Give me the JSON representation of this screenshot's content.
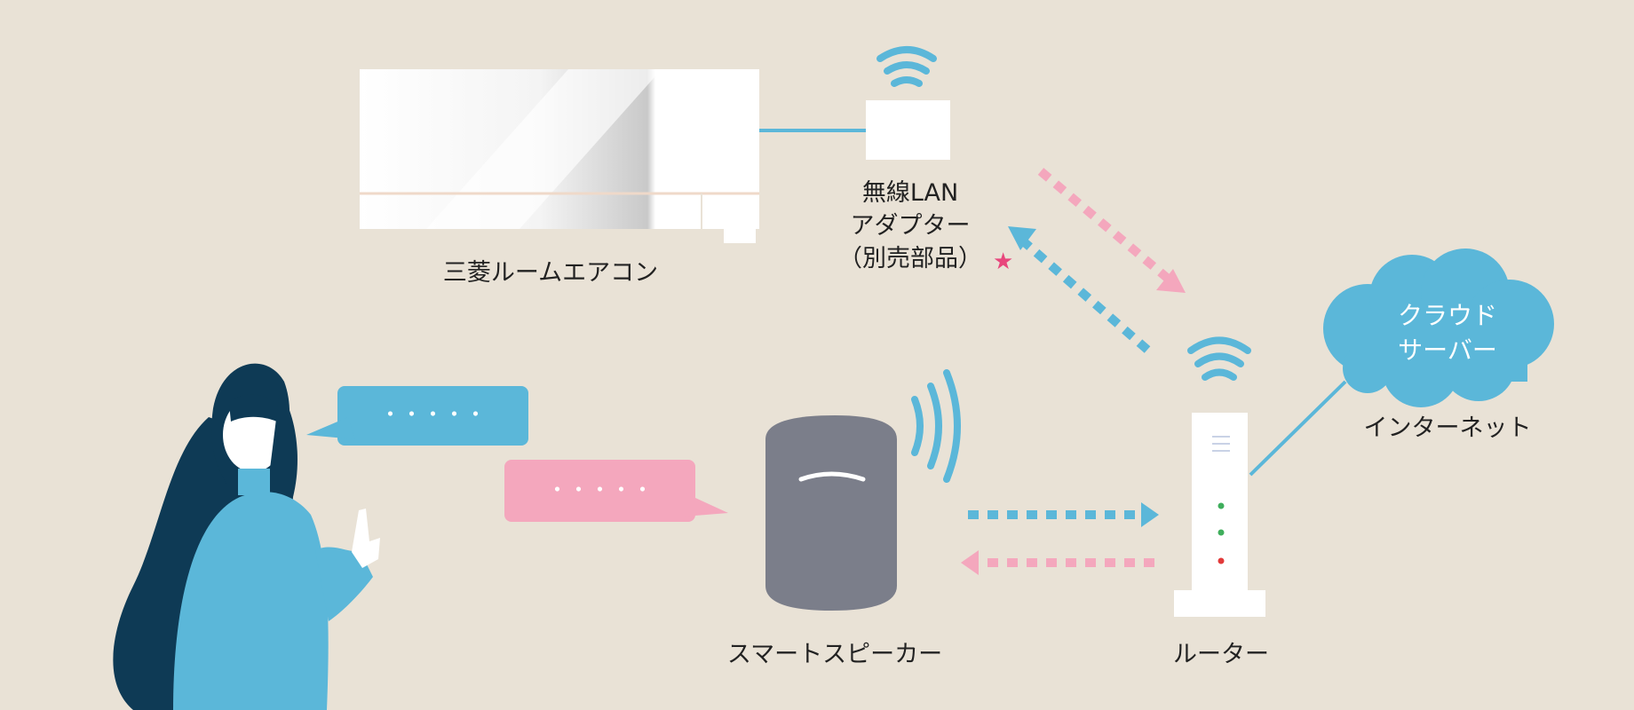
{
  "labels": {
    "aircon": "三菱ルームエアコン",
    "adapter_line1": "無線LAN",
    "adapter_line2": "アダプター",
    "adapter_line3": "（別売部品）",
    "star": "★",
    "cloud_line1": "クラウド",
    "cloud_line2": "サーバー",
    "internet": "インターネット",
    "speaker": "スマートスピーカー",
    "router": "ルーター"
  },
  "speech_bubbles": [
    {
      "text": "・・・・・",
      "color": "#5bb7d9"
    },
    {
      "text": "・・・・・",
      "color": "#f4a7bd"
    }
  ],
  "colors": {
    "background": "#e9e2d6",
    "blue": "#5bb7d9",
    "pink": "#f4a7bd",
    "dark_navy": "#0e3a55",
    "speaker_gray": "#7b7e8a",
    "star": "#e8467c",
    "led_green": "#3fae5c",
    "led_red": "#e23a3a"
  }
}
